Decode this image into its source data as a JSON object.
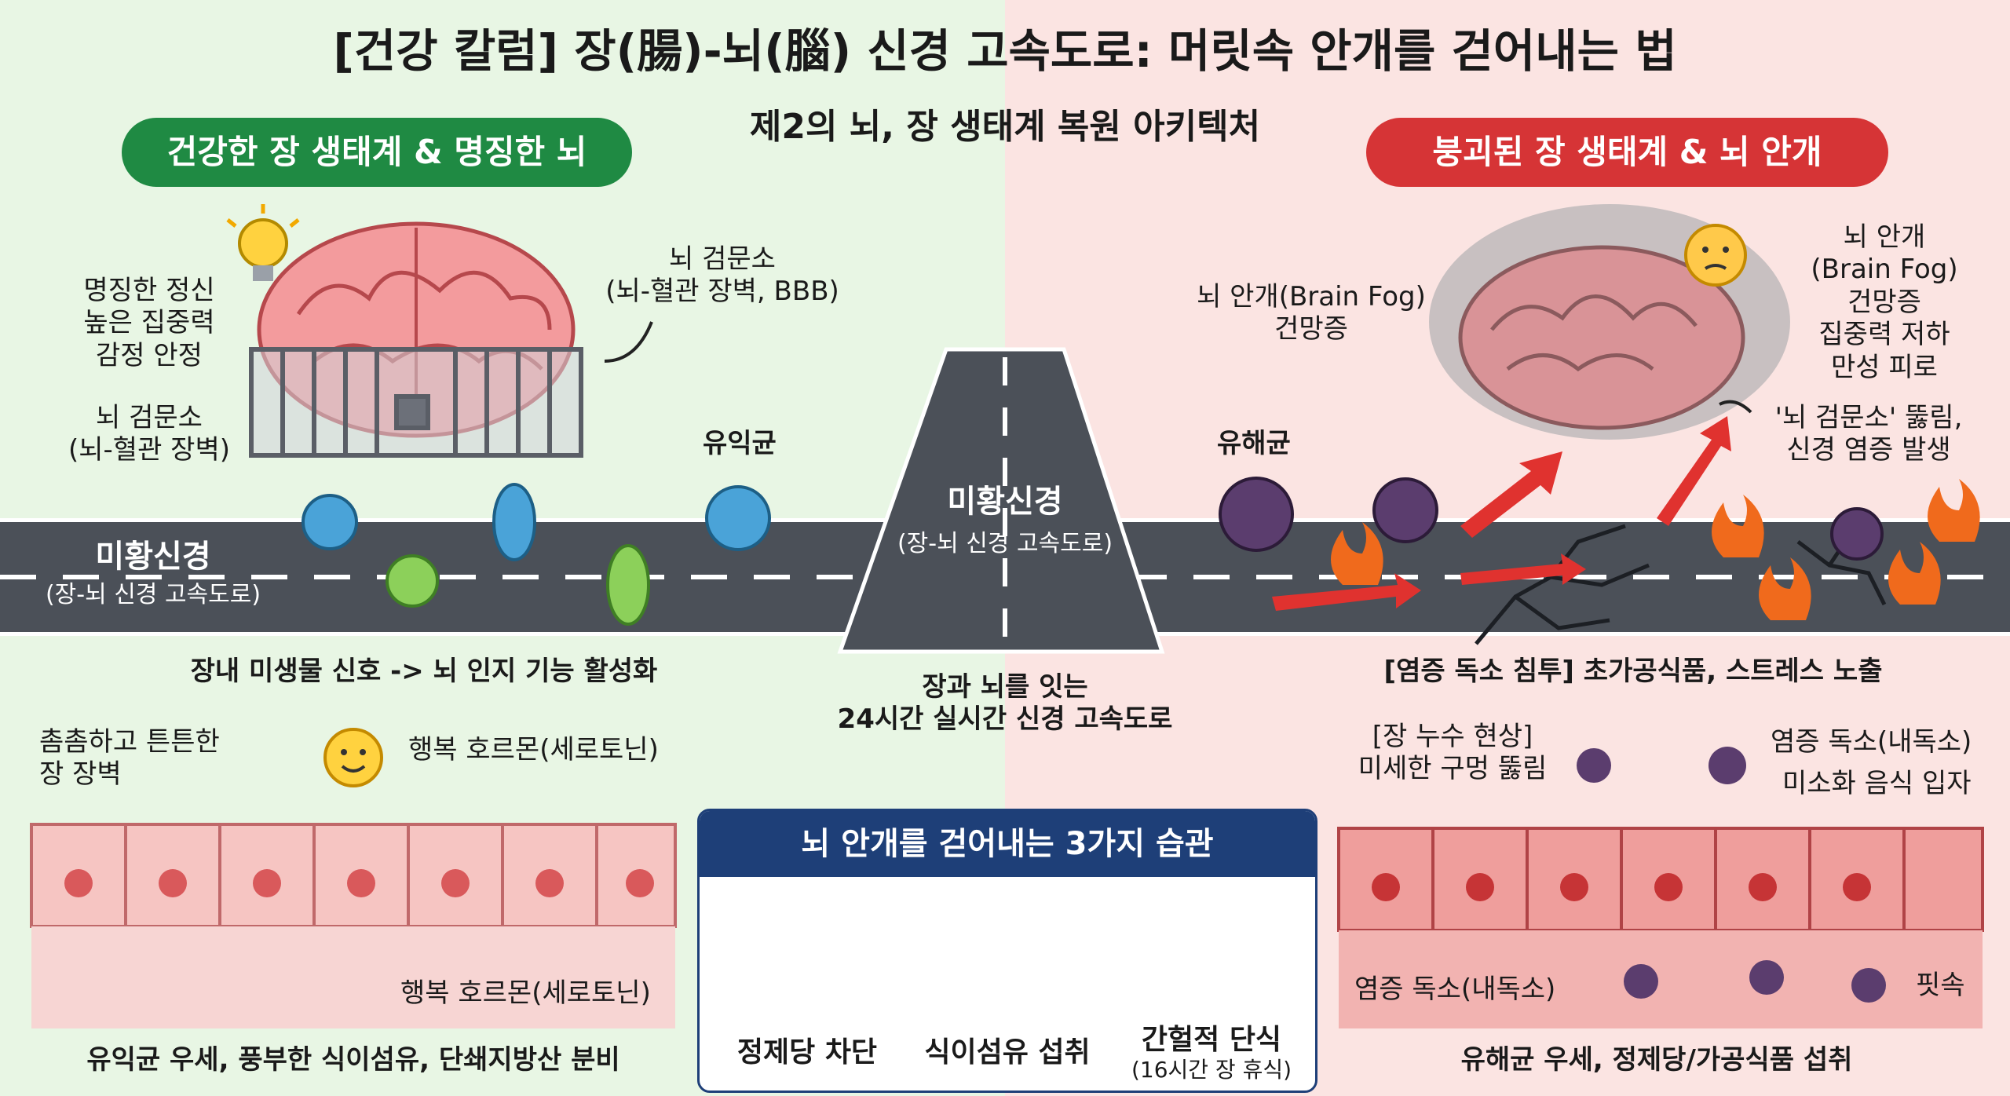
{
  "title": "[건강 칼럼] 장(腸)-뇌(腦) 신경 고속도로: 머릿속 안개를 걷어내는 법",
  "subtitle": "제2의 뇌, 장 생태계 복원 아키텍처",
  "left": {
    "heading": "건강한 장 생태계 & 명징한 뇌",
    "mind_benefits": [
      "명징한 정신",
      "높은 집중력",
      "감정 안정"
    ],
    "bbb_left": [
      "뇌 검문소",
      "(뇌-혈관 장벽)"
    ],
    "bbb_callout": [
      "뇌 검문소",
      "(뇌-혈관 장벽, BBB)"
    ],
    "probiotics": "유익균",
    "vagus_title": "미황신경",
    "vagus_sub": "(장-뇌 신경 고속도로)",
    "signal": "장내 미생물 신호 -> 뇌 인지 기능 활성화",
    "gut_wall": [
      "촘촘하고 튼튼한",
      "장 장벽"
    ],
    "hormone_top": "행복 호르몬(세로토닌)",
    "hormone_bottom": "행복 호르몬(세로토닌)",
    "footer": "유익균 우세, 풍부한 식이섬유, 단쇄지방산 분비"
  },
  "center": {
    "vagus_title": "미황신경",
    "vagus_sub": "(장-뇌 신경 고속도로)",
    "caption": [
      "장과 뇌를 잇는",
      "24시간 실시간 신경 고속도로"
    ]
  },
  "right": {
    "heading": "붕괴된 장 생태계 & 뇌 안개",
    "fog_left": [
      "뇌 안개(Brain Fog)",
      "건망증"
    ],
    "fog_right": [
      "뇌 안개",
      "(Brain Fog)",
      "건망증",
      "집중력 저하",
      "만성 피로"
    ],
    "bbb_broken": [
      "'뇌 검문소' 뚫림,",
      "신경 염증 발생"
    ],
    "pathogens": "유해균",
    "invasion": "[염증 독소 침투] 초가공식품, 스트레스 노출",
    "leaky": [
      "[장 누수 현상]",
      "미세한 구멍 뚫림"
    ],
    "toxin_top": "염증 독소(내독소)",
    "undigested": "미소화 음식 입자",
    "toxin_bottom": "염증 독소(내독소)",
    "bleeding": "핏속",
    "footer": "유해균 우세, 정제당/가공식품 섭취"
  },
  "habits": {
    "title": "뇌 안개를 걷어내는 3가지 습관",
    "items": [
      {
        "label": "정제당 차단",
        "sub": ""
      },
      {
        "label": "식이섬유 섭취",
        "sub": ""
      },
      {
        "label": "간헐적 단식",
        "sub": "(16시간 장 휴식)"
      }
    ]
  },
  "colors": {
    "green": "#1f8a43",
    "red": "#d63436",
    "navy": "#1e3f78",
    "road": "#4b5058"
  }
}
